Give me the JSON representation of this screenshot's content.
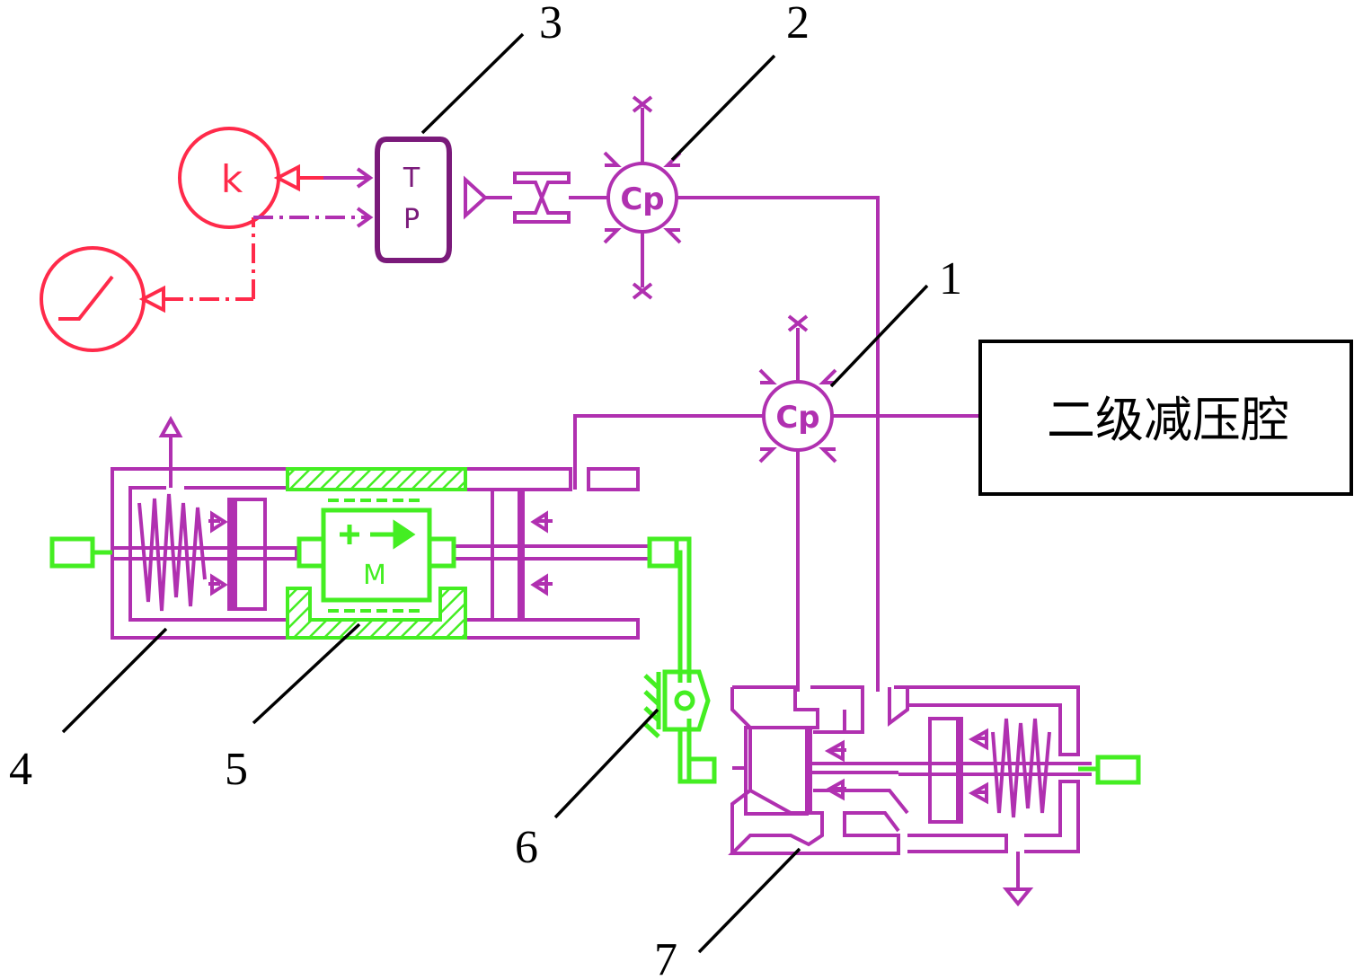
{
  "colors": {
    "hydraulic": "#b030b0",
    "signal": "#ff2a4a",
    "mechanical": "#44ee22",
    "leader": "#000000",
    "source": "#7a1a7a"
  },
  "labels": {
    "n1": "1",
    "n2": "2",
    "n3": "3",
    "n4": "4",
    "n5": "5",
    "n6": "6",
    "n7": "7"
  },
  "secondary_chamber": "二级减压腔",
  "symbols": {
    "gain": "k",
    "source_top": "T",
    "source_bottom": "P",
    "cp": "Cp",
    "motor": "M"
  }
}
